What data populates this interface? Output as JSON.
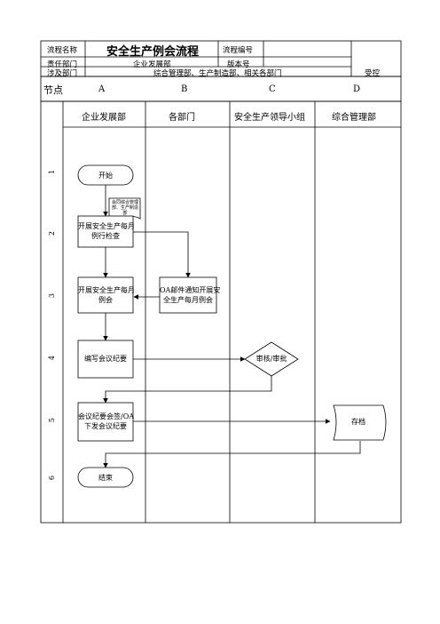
{
  "header": {
    "process_name_label": "流程名称",
    "process_title": "安全生产例会流程",
    "process_no_label": "流程编号",
    "responsible_dept_label": "责任部门",
    "responsible_dept_value": "企业发展部",
    "version_label": "版本号",
    "involved_dept_label": "涉及部门",
    "involved_dept_value": "综合管理部、生产制造部、相关各部门",
    "controlled_label": "受控"
  },
  "columns": {
    "node_label": "节点",
    "letters": [
      "A",
      "B",
      "C",
      "D"
    ],
    "lanes": [
      "企业发展部",
      "各部门",
      "安全生产领导小组",
      "综合管理部"
    ]
  },
  "rows": [
    "1",
    "2",
    "3",
    "4",
    "5",
    "6"
  ],
  "nodes": {
    "start": "开始",
    "note": "会同综合管理部、生产制造部",
    "monthly_check_1": "开展安全生产每月",
    "monthly_check_2": "例行检查",
    "meeting_1": "开展安全生产每月",
    "meeting_2": "例会",
    "oa_notice_1": "OA邮件通知开展安",
    "oa_notice_2": "全生产每月例会",
    "minutes": "编写会议纪要",
    "review": "审核/审批",
    "sign_1": "会议纪要会签/OA",
    "sign_2": "下发会议纪要",
    "archive": "存档",
    "end": "结束"
  }
}
